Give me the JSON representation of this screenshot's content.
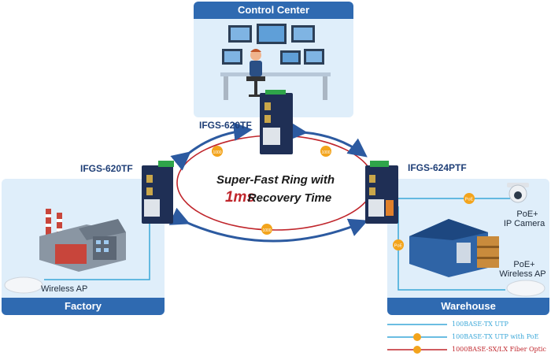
{
  "panels": {
    "control_center": "Control Center",
    "factory": "Factory",
    "warehouse": "Warehouse"
  },
  "devices": {
    "top": "IFGS-620TF",
    "left": "IFGS-620TF",
    "right": "IFGS-624PTF"
  },
  "ring": {
    "line1": "Super-Fast Ring with",
    "highlight": "1ms",
    "line2_rest": "Recovery Time"
  },
  "endpoints": {
    "wireless_ap_factory": "Wireless AP",
    "poe_camera_line1": "PoE+",
    "poe_camera_line2": "IP Camera",
    "poe_ap_line1": "PoE+",
    "poe_ap_line2": "Wireless AP"
  },
  "badges": {
    "fiber": "1000",
    "poe": "PoE"
  },
  "legend": [
    {
      "label": "100BASE-TX UTP",
      "color": "#3aa7d8"
    },
    {
      "label": "100BASE-TX UTP with PoE",
      "color": "#3aa7d8"
    },
    {
      "label": "1000BASE-SX/LX Fiber Optic",
      "color": "#c0262c"
    }
  ],
  "colors": {
    "panel_bg": "#dfeefa",
    "panel_title": "#2f6ab1",
    "ring_red": "#c0262c",
    "arrow_blue": "#2c5aa0",
    "utp_line": "#3aa7d8",
    "badge_orange": "#f3a41c"
  }
}
